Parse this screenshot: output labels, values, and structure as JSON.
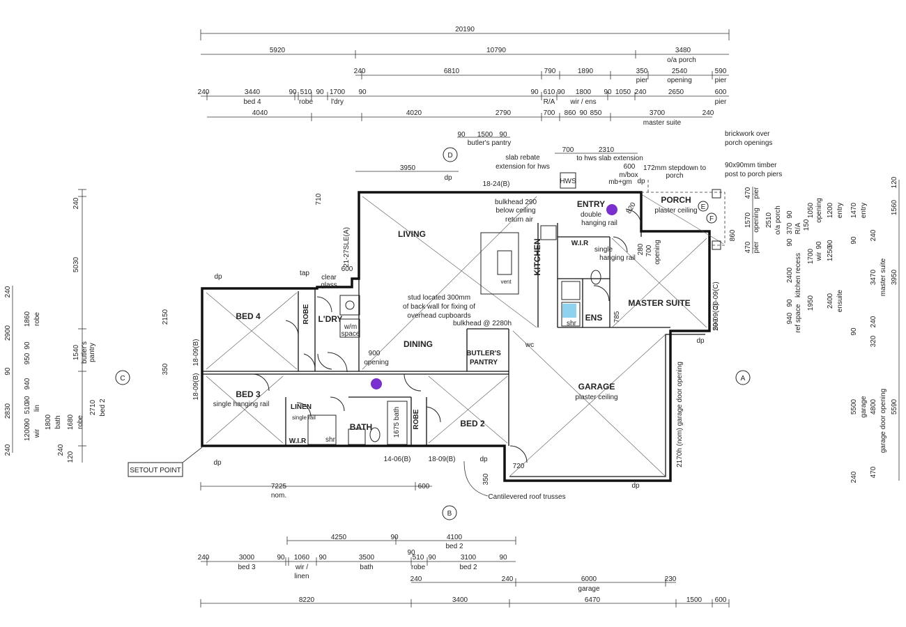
{
  "colors": {
    "wall": "#111111",
    "line": "#333333",
    "sensor": "#7a2fd1",
    "shower": "#1fa6e0"
  },
  "grid_labels": {
    "a": "A",
    "b": "B",
    "c": "C",
    "d": "D",
    "e": "E",
    "f": "F"
  },
  "setout": "SETOUT POINT",
  "rooms": {
    "living": "LIVING",
    "dining": "DINING",
    "kitchen": "KITCHEN",
    "entry": "ENTRY",
    "porch": "PORCH",
    "porch_sub": "plaster ceiling",
    "master": "MASTER SUITE",
    "ens": "ENS",
    "garage": "GARAGE",
    "garage_sub": "plaster ceiling",
    "bed4": "BED 4",
    "robe1": "ROBE",
    "ldry": "L'DRY",
    "bed3": "BED 3",
    "bed3_sub": "single hanging rail",
    "linen": "LINEN",
    "wir3": "W.I.R",
    "bath": "BATH",
    "robe2": "ROBE",
    "bed2": "BED 2",
    "butlers": "BUTLER'S",
    "pantry": "PANTRY",
    "wir_master": "W.I.R",
    "double_rail": "double",
    "double_rail2": "hanging rail",
    "single_rail": "single",
    "single_rail2": "hanging rail",
    "wm": "w/m",
    "wm2": "space",
    "hws": "HWS"
  },
  "notes": {
    "brickwork": "brickwork over",
    "brickwork2": "porch openings",
    "timber": "90x90mm timber",
    "timber2": "post to porch piers",
    "stepdown": "172mm stepdown to",
    "stepdown2": "porch",
    "slab_rebate": "slab rebate",
    "slab_rebate2": "extension for hws",
    "hws_ext_dim": "2310",
    "hws_ext": "to hws slab extension",
    "bulkhead": "bulkhead 290",
    "bulkhead2": "below ceiling",
    "return_air": "return air",
    "mbox": "m/box",
    "mbgm": "mb+gm",
    "stud": "stud located 300mm",
    "stud2": "of back wall for fixing of",
    "stud3": "overhead cupboards",
    "bulkhead2280": "bulkhead @ 2280h",
    "cantilever": "Cantilevered roof trusses",
    "garage_door": "2170h (nom) garage door opening",
    "clear_glass": "clear",
    "clear_glass2": "glass",
    "tap": "tap",
    "opening900": "900",
    "opening900b": "opening",
    "dp": "dp",
    "shr": "shr",
    "wc": "wc",
    "linen_rail": "single rail",
    "bath_size": "1675 bath",
    "nom": "nom.",
    "window_code1": "18-24(B)",
    "window_code2": "21-27SLE(A)",
    "window_code3": "18-09(B)",
    "window_code4": "18-09(B)",
    "window_code5": "14-06(B)",
    "window_code6": "18-09(B)",
    "window_code7": "20-09(C)",
    "window_code8": "20-09(C)",
    "vent": "vent"
  },
  "dims_top": {
    "overall": "20190",
    "r2": [
      "5920",
      "10790",
      "3480",
      "o/a porch"
    ],
    "r3": [
      "240",
      "6810",
      "790",
      "1890",
      "350",
      "pier",
      "2540",
      "opening",
      "590",
      "pier"
    ],
    "r4": [
      "240",
      "3440",
      "bed 4",
      "90",
      "510",
      "robe",
      "90",
      "1700",
      "l'dry",
      "90",
      "90",
      "610",
      "R/A",
      "90",
      "1800",
      "wir / ens",
      "90",
      "1050",
      "240",
      "2650",
      "600",
      "pier"
    ],
    "r5": [
      "4040",
      "4020",
      "2790",
      "700",
      "860",
      "90",
      "850",
      "3700",
      "master suite",
      "240"
    ],
    "pantry": [
      "90",
      "1500",
      "90",
      "butler's pantry"
    ],
    "small": [
      "700",
      "600",
      "3950",
      "710",
      "600",
      "2150",
      "350"
    ]
  },
  "dims_bottom": {
    "r1": [
      "7225",
      "nom.",
      "600"
    ],
    "r2": [
      "4250",
      "90",
      "4100",
      "bed 2"
    ],
    "r3": [
      "240",
      "3000",
      "bed 3",
      "90",
      "1060",
      "wir /",
      "linen",
      "90",
      "3500",
      "bath",
      "90",
      "510",
      "robe",
      "90",
      "3100",
      "bed 2",
      "90"
    ],
    "r4": [
      "240",
      "240",
      "6000",
      "230",
      "garage"
    ],
    "r5": [
      "8220",
      "3400",
      "6470",
      "1500",
      "600"
    ]
  },
  "dims_left": {
    "outer": [
      "240",
      "5030",
      "1540",
      "butler's",
      "pantry",
      "2710",
      "bed 2",
      "120"
    ],
    "inner": [
      "240",
      "2900",
      "90",
      "950",
      "90",
      "940",
      "2830",
      "240"
    ],
    "robe": [
      "1860",
      "robe",
      "90",
      "90",
      "510",
      "lin",
      "1200",
      "wir",
      "1800",
      "bath",
      "1680",
      "robe",
      "240"
    ]
  },
  "dims_right": {
    "col1": [
      "120",
      "470",
      "pier",
      "1570",
      "opening",
      "470",
      "pier",
      "2510",
      "o/a porch"
    ],
    "col2": [
      "90",
      "370",
      "90",
      "R/A",
      "2400",
      "kitchen recess",
      "90",
      "940",
      "ref space",
      "1950"
    ],
    "col3": [
      "150",
      "1050",
      "opening",
      "1700",
      "wir",
      "90",
      "2400",
      "ensuite"
    ],
    "col4": [
      "1200",
      "entry",
      "1250",
      "90",
      "90",
      "240",
      "3470",
      "master suite",
      "240",
      "90",
      "320",
      "5500",
      "garage",
      "240"
    ],
    "col5": [
      "1470",
      "entry",
      "4800",
      "garage door opening",
      "470"
    ],
    "col6": [
      "1560",
      "3950",
      "5590"
    ],
    "misc": [
      "350",
      "590",
      "785",
      "280",
      "700",
      "opening",
      "820",
      "860",
      "720"
    ]
  }
}
